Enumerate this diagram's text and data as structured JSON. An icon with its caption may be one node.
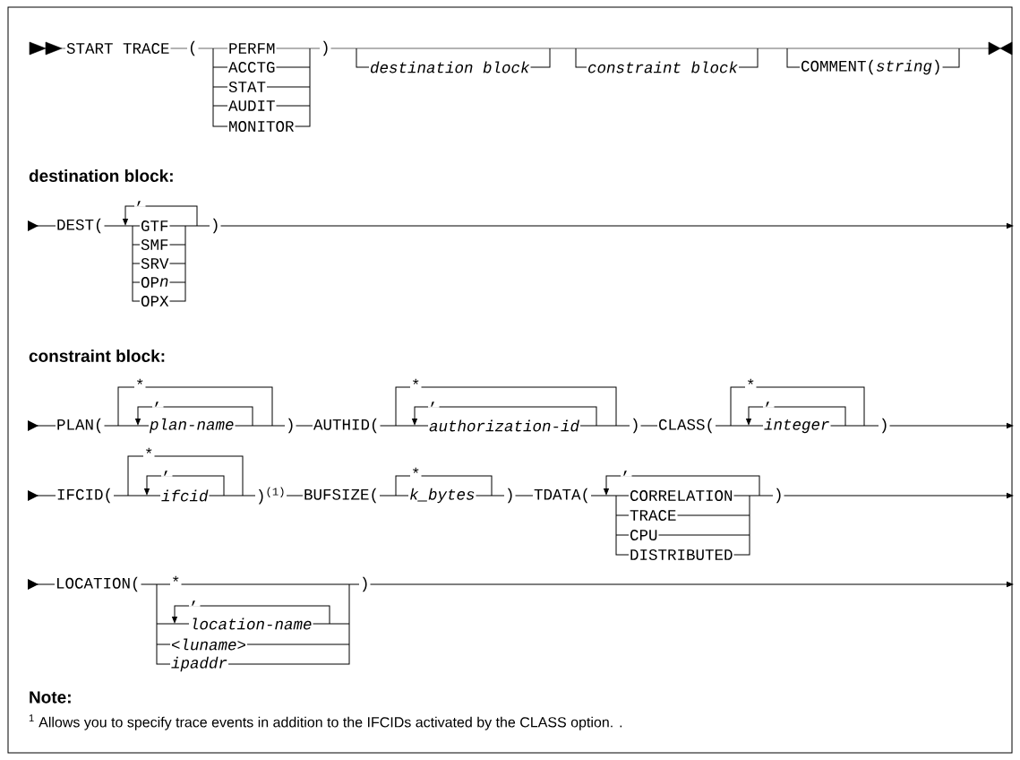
{
  "diagram": {
    "labels": [
      "START TRACE",
      "(",
      "PERFM",
      "ACCTG",
      "STAT",
      "AUDIT",
      "MONITOR",
      ")",
      "destination block",
      "constraint block",
      "COMMENT(*string*)",
      "destination block:",
      "DEST(",
      ",",
      "GTF",
      "SMF",
      "SRV",
      "OP",
      "n",
      "OPX",
      ")",
      "constraint block:",
      "PLAN(",
      "*",
      ",",
      "plan-name",
      ")",
      "AUTHID(",
      "*",
      ",",
      "authorization-id",
      ")",
      "CLASS(",
      "*",
      ",",
      "integer",
      ")",
      "IFCID(",
      "*",
      ",",
      "ifcid",
      ")$^{(1)}$",
      "BUFSIZE(",
      "*",
      "k_bytes",
      ")",
      "TDATA(",
      ",",
      "CORRELATION",
      "TRACE",
      "CPU",
      "DISTRIBUTED",
      ")",
      "LOCATION(",
      "*",
      ",",
      "location-name",
      "<luname>",
      "ipaddr",
      ")",
      "Note:",
      "$^{1}$  Allows you to specify trace events in addition to the IFCIDs activated by the CLASS option. ."
    ]
  }
}
